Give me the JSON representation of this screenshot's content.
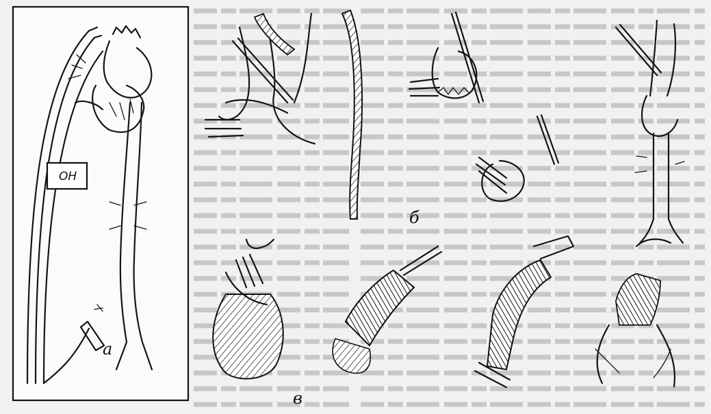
{
  "labels": {
    "a": "а",
    "b": "б",
    "v": "в",
    "oh": "ОН"
  }
}
